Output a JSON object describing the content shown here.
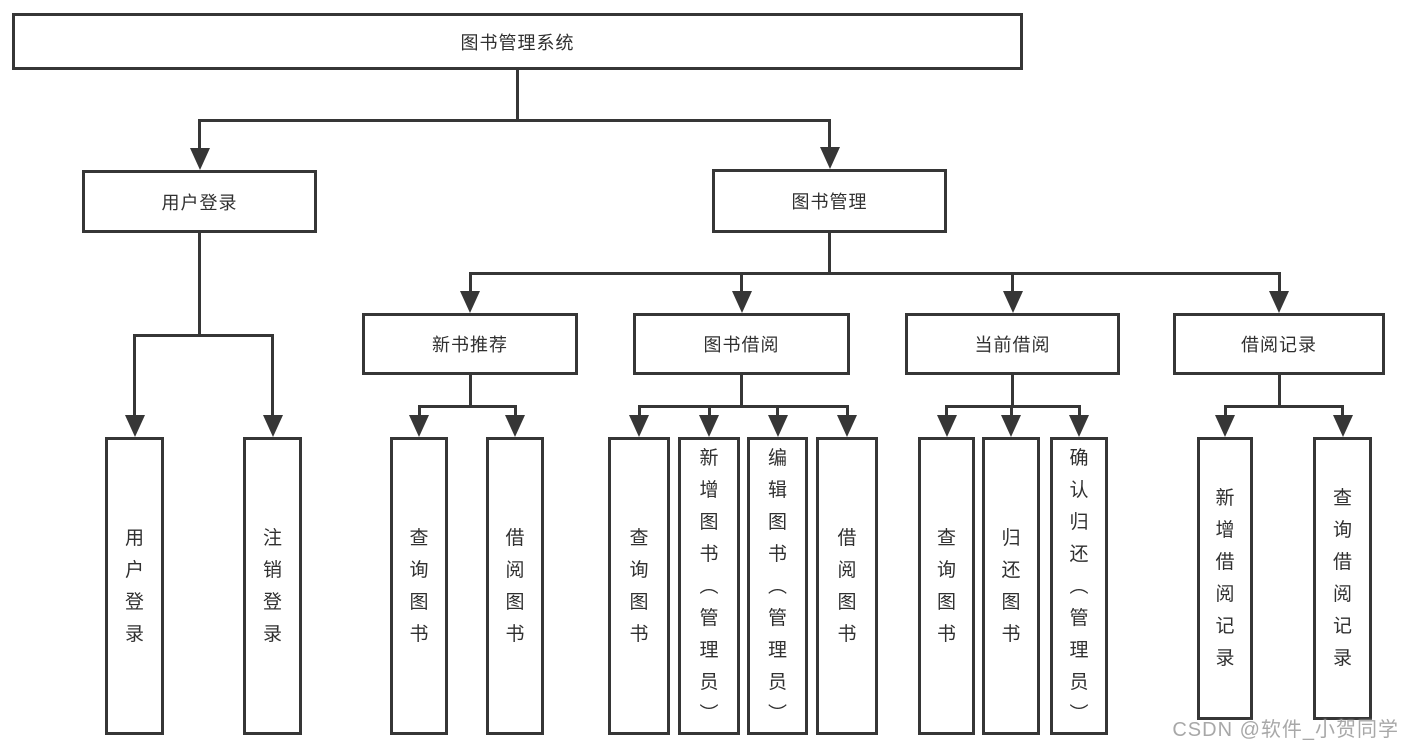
{
  "diagram_title": "图书管理系统",
  "watermark": "CSDN @软件_小贺同学",
  "colors": {
    "line": "#363636",
    "box_border": "#363636",
    "text": "#303030",
    "background": "#ffffff",
    "watermark": "#9e9e9e"
  },
  "nodes": [
    {
      "id": "root",
      "label": "图书管理系统",
      "parent": null
    },
    {
      "id": "user-login",
      "label": "用户登录",
      "parent": "root"
    },
    {
      "id": "book-mgmt",
      "label": "图书管理",
      "parent": "root"
    },
    {
      "id": "login",
      "label": "用户登录",
      "parent": "user-login"
    },
    {
      "id": "logout",
      "label": "注销登录",
      "parent": "user-login"
    },
    {
      "id": "new-book-rec",
      "label": "新书推荐",
      "parent": "book-mgmt"
    },
    {
      "id": "book-borrow",
      "label": "图书借阅",
      "parent": "book-mgmt"
    },
    {
      "id": "current-borrow",
      "label": "当前借阅",
      "parent": "book-mgmt"
    },
    {
      "id": "borrow-records",
      "label": "借阅记录",
      "parent": "book-mgmt"
    },
    {
      "id": "rec-query-book",
      "label": "查询图书",
      "parent": "new-book-rec"
    },
    {
      "id": "rec-borrow-book",
      "label": "借阅图书",
      "parent": "new-book-rec"
    },
    {
      "id": "bb-query-book",
      "label": "查询图书",
      "parent": "book-borrow"
    },
    {
      "id": "bb-add-book",
      "label": "新增图书（管理员）",
      "parent": "book-borrow"
    },
    {
      "id": "bb-edit-book",
      "label": "编辑图书（管理员）",
      "parent": "book-borrow"
    },
    {
      "id": "bb-borrow-book",
      "label": "借阅图书",
      "parent": "book-borrow"
    },
    {
      "id": "cb-query-book",
      "label": "查询图书",
      "parent": "current-borrow"
    },
    {
      "id": "cb-return-book",
      "label": "归还图书",
      "parent": "current-borrow"
    },
    {
      "id": "cb-confirm-return",
      "label": "确认归还（管理员）",
      "parent": "current-borrow"
    },
    {
      "id": "br-add-record",
      "label": "新增借阅记录",
      "parent": "borrow-records"
    },
    {
      "id": "br-query-record",
      "label": "查询借阅记录",
      "parent": "borrow-records"
    }
  ]
}
